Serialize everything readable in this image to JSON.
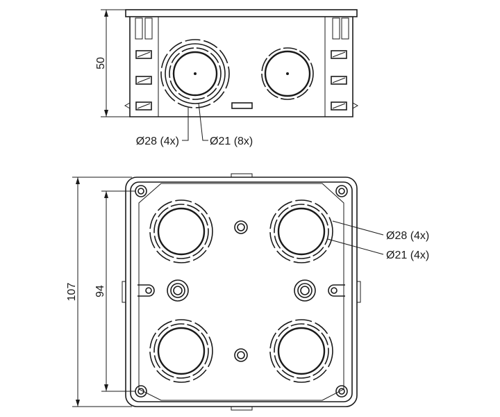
{
  "top_view": {
    "height_label": "50",
    "callout_outer": "Ø28 (4x)",
    "callout_inner": "Ø21 (8x)"
  },
  "plan_view": {
    "outer_size_label": "107",
    "inner_size_label": "94",
    "callout_outer": "Ø28 (4x)",
    "callout_inner": "Ø21 (4x)"
  }
}
